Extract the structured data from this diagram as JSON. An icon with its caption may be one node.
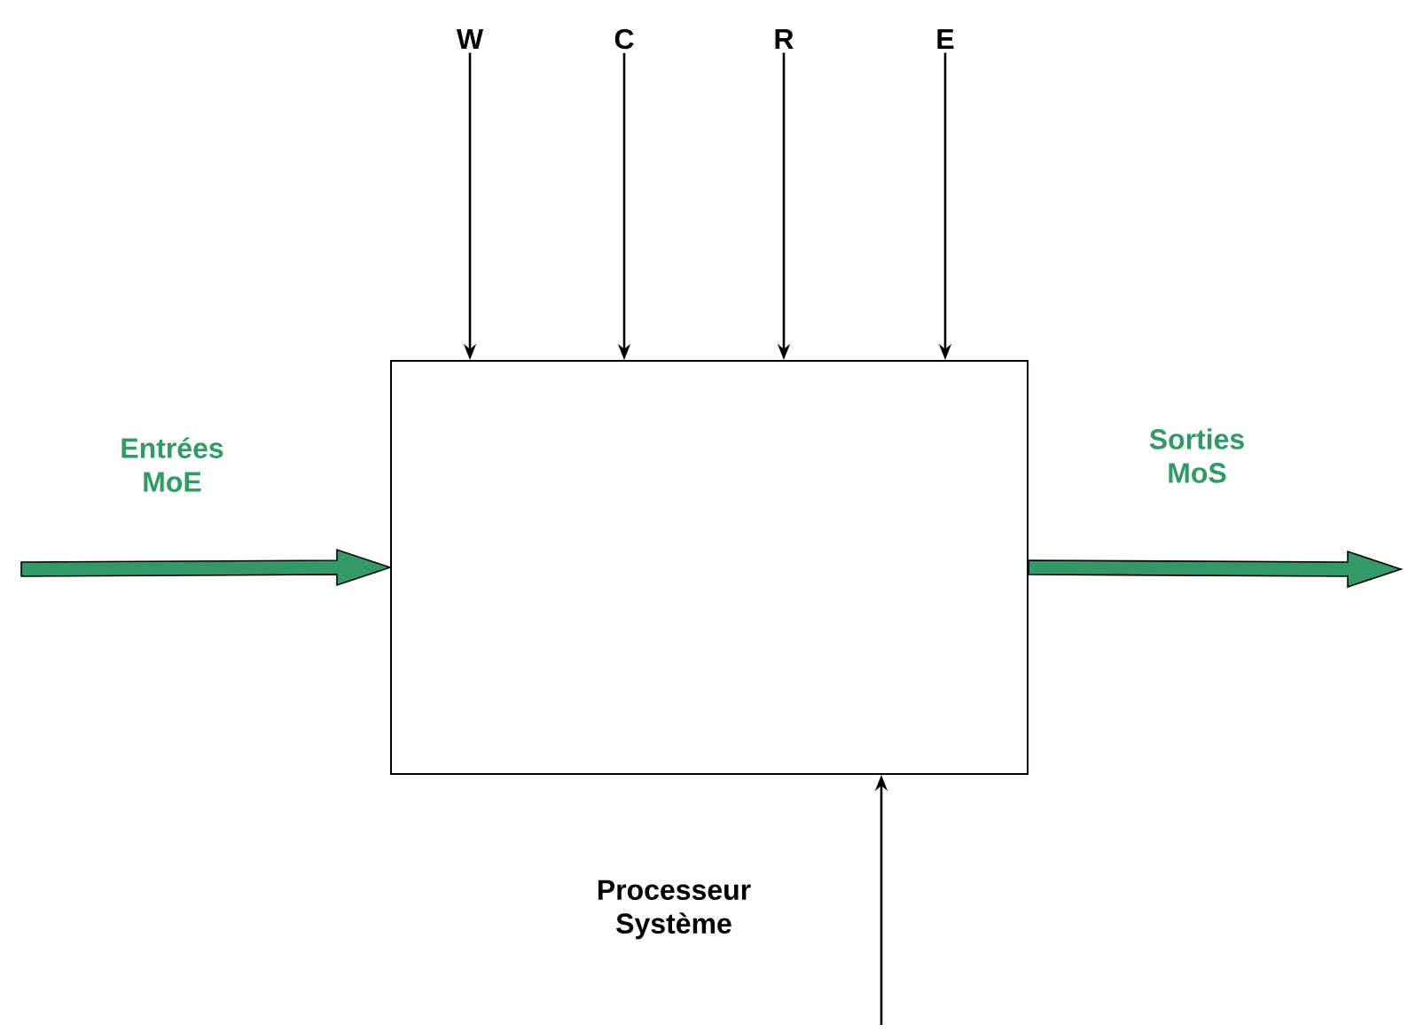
{
  "diagram": {
    "nodes": [
      {
        "text": [],
        "shape": "box"
      },
      {
        "text": [
          "W"
        ]
      },
      {
        "text": [
          "C"
        ]
      },
      {
        "text": [
          "R"
        ]
      },
      {
        "text": [
          "E"
        ]
      }
    ],
    "edges": [
      {
        "from": 1,
        "to": 0,
        "arrow": "to"
      },
      {
        "from": 2,
        "to": 0,
        "arrow": "to"
      },
      {
        "from": 3,
        "to": 0,
        "arrow": "to"
      },
      {
        "from": 4,
        "to": 0,
        "arrow": "to"
      },
      {
        "from": null,
        "to": 0,
        "arrow": "to",
        "label": "Entrées MoE",
        "style": "thick",
        "color": "#339966"
      },
      {
        "from": 0,
        "to": null,
        "arrow": "to",
        "label": "Sorties MoS",
        "style": "thick",
        "color": "#339966"
      },
      {
        "from": null,
        "to": 0,
        "arrow": "to",
        "label": "Processeur Système"
      }
    ]
  }
}
